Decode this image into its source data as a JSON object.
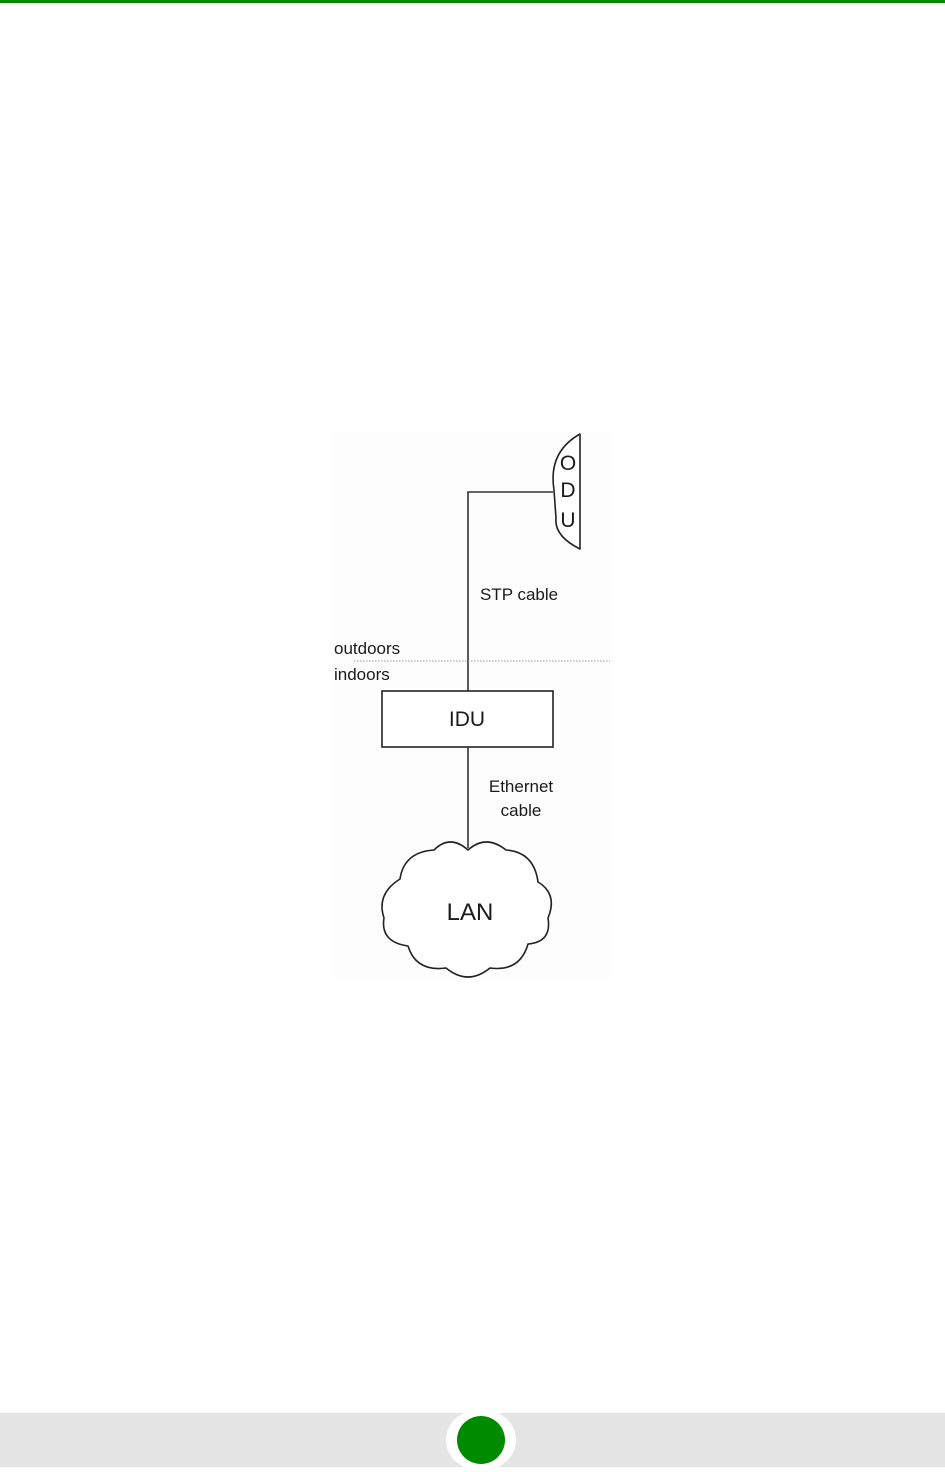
{
  "diagram": {
    "odu_label": [
      "O",
      "D",
      "U"
    ],
    "stp_cable_label": "STP cable",
    "outdoors_label": "outdoors",
    "indoors_label": "indoors",
    "idu_label": "IDU",
    "ethernet_cable_label": [
      "Ethernet",
      "cable"
    ],
    "lan_label": "LAN"
  },
  "colors": {
    "accent": "#008a00",
    "footer_bar": "#e5e5e5",
    "line": "#333333",
    "boundary": "#9a9aa8"
  }
}
